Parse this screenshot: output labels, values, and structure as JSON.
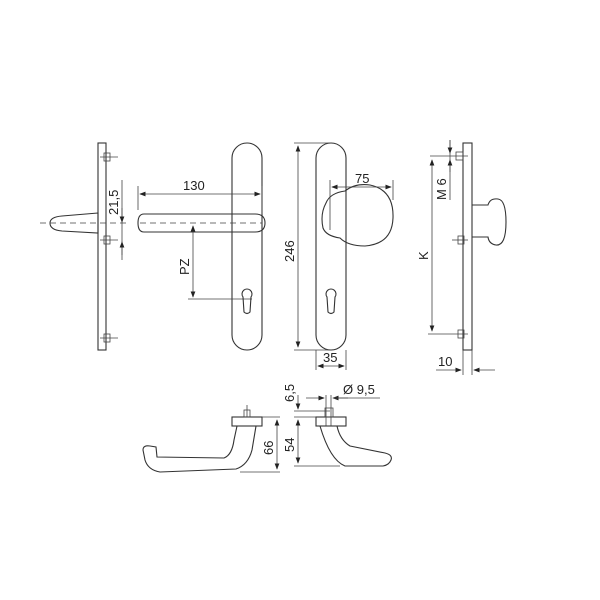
{
  "drawing": {
    "title": "Door handle set technical drawing",
    "dimensions": {
      "spindle_offset": "21,5",
      "lever_length": "130",
      "pz": "PZ",
      "plate_height": "246",
      "knob_projection": "75",
      "plate_width": "35",
      "thread": "M 6",
      "k": "K",
      "plate_depth": "10",
      "rose_height": "6,5",
      "diameter": "Ø 9,5",
      "lever_height": "66",
      "lever_height_inner": "54"
    }
  }
}
